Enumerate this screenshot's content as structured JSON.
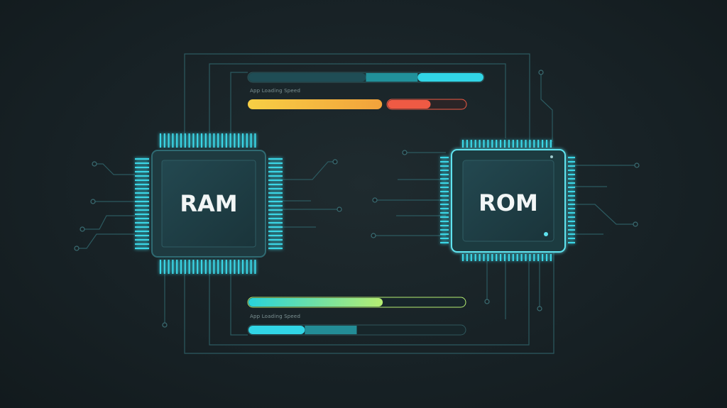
{
  "chips": {
    "ram": {
      "label": "RAM"
    },
    "rom": {
      "label": "ROM"
    }
  },
  "speed_bars": [
    {
      "id": "top-1",
      "label": "",
      "progress": 1.0,
      "segments": [
        0.5,
        0.72,
        1.0
      ]
    },
    {
      "id": "top-2",
      "label": "App Loading Speed",
      "progress": 0.55
    },
    {
      "id": "top-3",
      "label": "",
      "progress": 0.55
    },
    {
      "id": "bottom-1",
      "label": "",
      "progress": 0.62
    },
    {
      "id": "bottom-2",
      "label": "App Loading Speed",
      "progress": 0.5
    }
  ],
  "colors": {
    "accent": "#3ad6e6",
    "trace": "#2c5a60",
    "chip_border": "#5fe3ef",
    "warning": "#f5c542",
    "danger": "#ef5a44",
    "success": "#9fe870"
  }
}
